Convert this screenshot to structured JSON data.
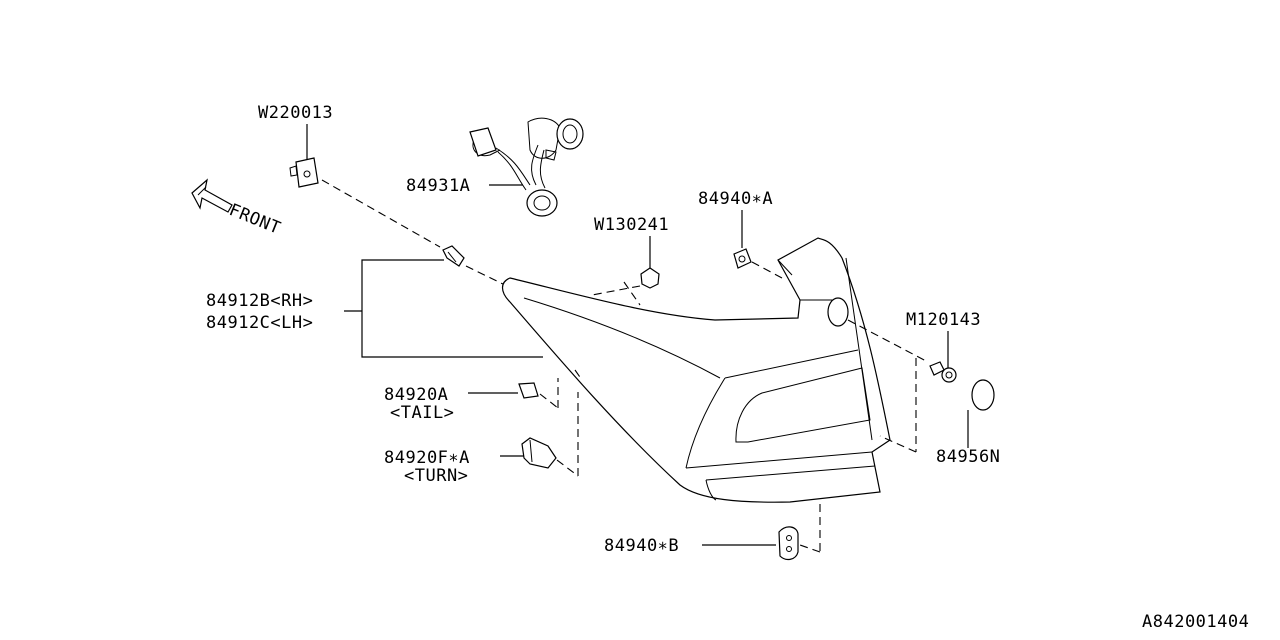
{
  "diagram": {
    "front_arrow_label": "FRONT",
    "drawing_code": "A842001404",
    "callouts": {
      "clip_top": "W220013",
      "socket_harness": "84931A",
      "grommet": "W130241",
      "seal_a": "84940∗A",
      "lamp_rh": "84912B<RH>",
      "lamp_lh": "84912C<LH>",
      "bolt": "M120143",
      "bulb_tail": "84920A",
      "bulb_tail_note": "<TAIL>",
      "bulb_turn": "84920F∗A",
      "bulb_turn_note": "<TURN>",
      "cap": "84956N",
      "seal_b": "84940∗B"
    }
  }
}
